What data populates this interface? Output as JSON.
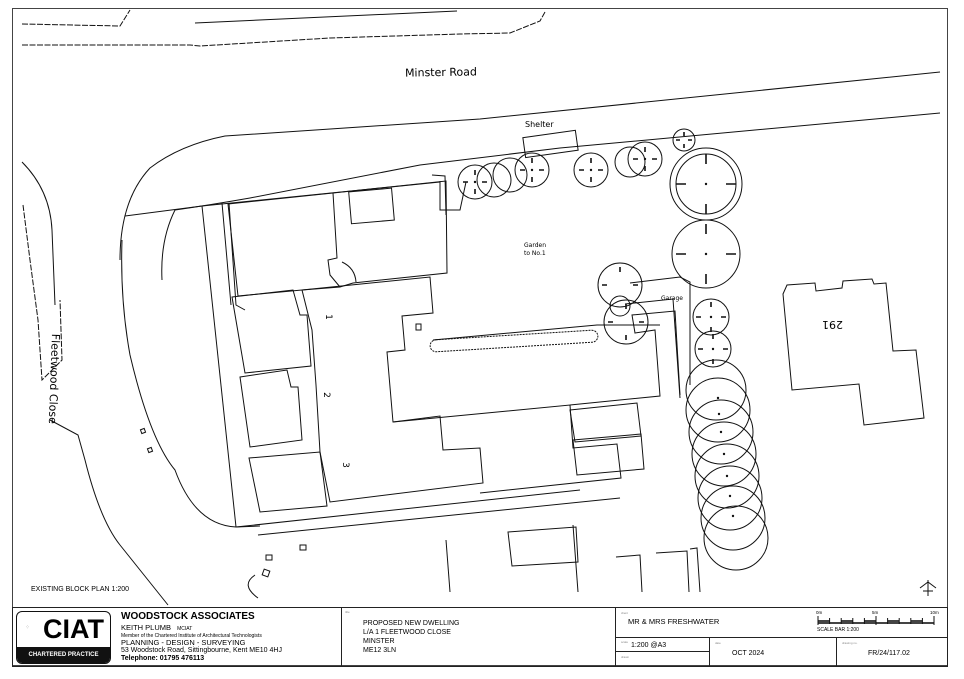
{
  "plan": {
    "title": "EXISTING BLOCK PLAN 1:200",
    "labels": {
      "minster_road": "Minster Road",
      "fleetwood_close": "Fleetwood Close",
      "shelter": "Shelter",
      "garden_line1": "Garden",
      "garden_line2": "to No.1",
      "garage": "Garage",
      "house_291": "291",
      "plot_1": "1",
      "plot_2": "2",
      "plot_3": "3"
    },
    "north_arrow_icon": "north-arrow-icon"
  },
  "title_block": {
    "logo": {
      "word": "CIAT",
      "band": "CHARTERED PRACTICE"
    },
    "practice": {
      "name": "WOODSTOCK ASSOCIATES",
      "person": "KEITH PLUMB",
      "person_suffix": "MCIAT",
      "membership": "Member of the Chartered Institute of Architectural Technologists",
      "services": "PLANNING - DESIGN - SURVEYING",
      "address": "53 Woodstock Road, Sittingbourne, Kent ME10 4HJ",
      "telephone": "Telephone: 01795 476113"
    },
    "project": {
      "field_tag": "title",
      "line1": "PROPOSED NEW DWELLING",
      "line2": "L/A 1 FLEETWOOD CLOSE",
      "line3": "MINSTER",
      "line4": "ME12 3LN"
    },
    "client": {
      "field_tag": "client",
      "value": "MR & MRS FRESHWATER"
    },
    "scale": {
      "field_tag": "scale",
      "value": "1:200 @A3"
    },
    "drawn": {
      "field_tag": "drawn",
      "value": ""
    },
    "date": {
      "field_tag": "date",
      "value": "OCT 2024"
    },
    "drawing_no": {
      "field_tag": "drawing no.",
      "value": "FR/24/117.02"
    },
    "scale_bar": {
      "label_0": "0m",
      "label_mid": "5m",
      "label_end": "10m",
      "caption": "SCALE BAR  1:200"
    }
  }
}
